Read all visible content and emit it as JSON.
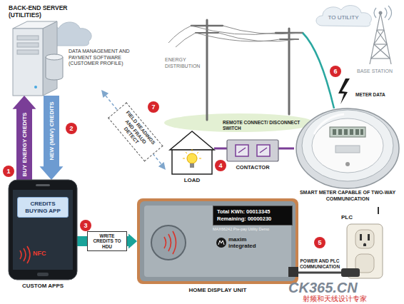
{
  "diagram": {
    "nodes": [
      {
        "text": [
          "BACK-END SERVER (UTILITIES)",
          "DATA MANAGEMENT AND PAYMENT SOFTWARE (CUSTOMER PROFILE)"
        ]
      },
      {
        "text": [
          "TO UTILITY"
        ]
      },
      {
        "text": [
          "BASE STATION"
        ]
      },
      {
        "text": [
          "FIELD READINGS AND FRAUD DETECT"
        ]
      },
      {
        "text": [
          "LOAD"
        ]
      },
      {
        "text": [
          "CONTACTOR"
        ]
      },
      {
        "text": [
          "SMART METER CAPABLE OF TWO-WAY COMMUNICATION"
        ]
      },
      {
        "text": [
          "CUSTOM APPS"
        ]
      },
      {
        "text": [
          "CREDITS BUYING APP"
        ],
        "in": 7
      },
      {
        "text": [
          "HOME DISPLAY UNIT"
        ]
      },
      {
        "text": [
          "Total KWh: 00013345",
          "Remaining: 00000230"
        ],
        "in": 9
      },
      {
        "text": [
          "PLC"
        ]
      }
    ],
    "edges": [
      {
        "from": 7,
        "to": 0,
        "arrow": "to",
        "label": "BUY ENERGY CREDITS"
      },
      {
        "from": 0,
        "to": 7,
        "arrow": "to",
        "label": "NEW (MMV) CREDITS"
      },
      {
        "from": 7,
        "to": 9,
        "arrow": "to",
        "label": "WRITE CREDITS TO HDU"
      },
      {
        "from": 4,
        "to": 5,
        "arrow": "none"
      },
      {
        "from": 5,
        "to": 6,
        "arrow": "none"
      },
      {
        "from": 9,
        "to": 11,
        "arrow": "none",
        "label": "POWER AND PLC COMMUNICATION"
      },
      {
        "from": 6,
        "to": 11,
        "arrow": "none"
      }
    ],
    "labels": [
      "1",
      "2",
      "3",
      "4",
      "5",
      "6",
      "7",
      "REMOTE CONNECT/ DISCONNECT SWITCH",
      "ENERGY DISTRIBUTION",
      "METER DATA",
      "NFC",
      "MAX66242 Pre-pay Utility Demo",
      "maxim integrated",
      "CK365.CN",
      "射频和天线设计专家"
    ]
  }
}
